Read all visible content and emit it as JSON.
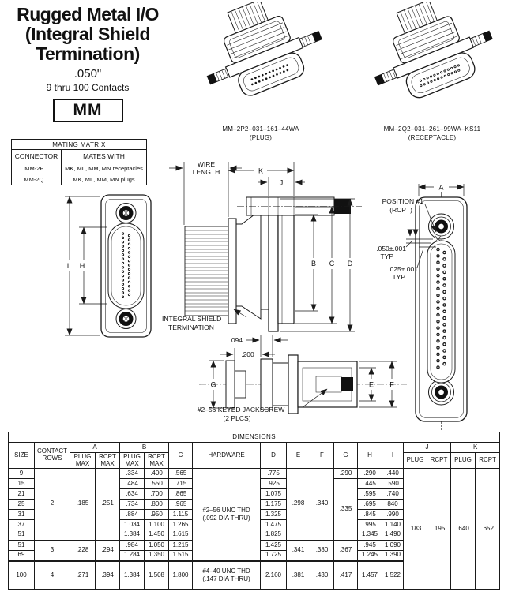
{
  "title": {
    "line1": "Rugged Metal I/O",
    "line2": "(Integral Shield",
    "line3": "Termination)",
    "pitch": ".050\"",
    "contacts_range": "9 thru 100 Contacts",
    "series_code": "MM"
  },
  "connectors": {
    "plug": {
      "part_number": "MM–2P2–031–161–44WA",
      "type_label": "(PLUG)"
    },
    "receptacle": {
      "part_number": "MM–2Q2–031–261–99WA–KS11",
      "type_label": "(RECEPTACLE)"
    }
  },
  "mating_matrix": {
    "caption": "MATING MATRIX",
    "col_connector": "CONNECTOR",
    "col_mates_with": "MATES WITH",
    "rows": [
      {
        "connector": "MM-2P...",
        "mates_with": "MK, ML, MM, MN receptacles"
      },
      {
        "connector": "MM-2Q...",
        "mates_with": "MK, ML, MM, MN plugs"
      }
    ]
  },
  "drawing_labels": {
    "wire_length_l1": "WIRE",
    "wire_length_l2": "LENGTH",
    "dim_k": "K",
    "dim_j": "J",
    "dim_b": "B",
    "dim_c": "C",
    "dim_d": "D",
    "dim_a": "A",
    "dim_i": "I",
    "dim_h": "H",
    "dim_g": "G",
    "dim_e": "E",
    "dim_f": "F",
    "position_one_l1": "POSITION #1",
    "position_one_l2": "(RCPT)",
    "pitch_dim_l1": ".050±.001",
    "pitch_dim_l2": "TYP",
    "offset_dim_l1": ".025±.001",
    "offset_dim_l2": "TYP",
    "shield_l1": "INTEGRAL SHIELD",
    "shield_l2": "TERMINATION",
    "dim_094": ".094",
    "dim_200": ".200",
    "jackscrew_l1": "#2–56 KEYED JACKSCREW",
    "jackscrew_l2": "(2 PLCS)"
  },
  "dims_table": {
    "caption": "DIMENSIONS",
    "headers": {
      "size": "SIZE",
      "contact_rows": "CONTACT ROWS",
      "a": "A",
      "b": "B",
      "c": "C",
      "hardware": "HARDWARE",
      "d": "D",
      "e": "E",
      "f": "F",
      "g": "G",
      "h": "H",
      "i": "I",
      "j": "J",
      "k": "K",
      "plug_max": "PLUG MAX",
      "rcpt_max": "RCPT MAX",
      "plug": "PLUG",
      "rcpt": "RCPT"
    },
    "hardware_2_56": {
      "l1": "#2–56 UNC THD",
      "l2": "(.092 DIA THRU)"
    },
    "hardware_4_40": {
      "l1": "#4–40 UNC THD",
      "l2": "(.147 DIA THRU)"
    },
    "shared": {
      "j_plug": ".183",
      "j_rcpt": ".195",
      "k_plug": ".640",
      "k_rcpt": ".652"
    },
    "rows": [
      {
        "size": "9",
        "contact_rows": "2",
        "a_plug": ".185",
        "a_rcpt": ".251",
        "b_plug": ".334",
        "b_rcpt": ".400",
        "c": ".565",
        "d": ".775",
        "e": ".298",
        "f": ".340",
        "g": ".290",
        "h": ".290",
        "i": ".440"
      },
      {
        "size": "15",
        "b_plug": ".484",
        "b_rcpt": ".550",
        "c": ".715",
        "d": ".925",
        "g": ".335",
        "h": ".445",
        "i": ".590"
      },
      {
        "size": "21",
        "b_plug": ".634",
        "b_rcpt": ".700",
        "c": ".865",
        "d": "1.075",
        "h": ".595",
        "i": ".740"
      },
      {
        "size": "25",
        "b_plug": ".734",
        "b_rcpt": ".800",
        "c": ".965",
        "d": "1.175",
        "h": ".695",
        "i": "840"
      },
      {
        "size": "31",
        "b_plug": ".884",
        "b_rcpt": ".950",
        "c": "1.115",
        "d": "1.325",
        "h": ".845",
        "i": ".990"
      },
      {
        "size": "37",
        "b_plug": "1.034",
        "b_rcpt": "1.100",
        "c": "1.265",
        "d": "1.475",
        "h": ".995",
        "i": "1.140"
      },
      {
        "size": "51",
        "b_plug": "1.384",
        "b_rcpt": "1.450",
        "c": "1.615",
        "d": "1.825",
        "h": "1.345",
        "i": "1.490"
      },
      {
        "size": "51",
        "contact_rows": "3",
        "a_plug": ".228",
        "a_rcpt": ".294",
        "b_plug": ".984",
        "b_rcpt": "1.050",
        "c": "1.215",
        "d": "1.425",
        "e": ".341",
        "f": ".380",
        "g": ".367",
        "h": ".945",
        "i": "1.090"
      },
      {
        "size": "69",
        "b_plug": "1.284",
        "b_rcpt": "1.350",
        "c": "1.515",
        "d": "1.725",
        "h": "1.245",
        "i": "1.390"
      },
      {
        "size": "100",
        "contact_rows": "4",
        "a_plug": ".271",
        "a_rcpt": ".394",
        "b_plug": "1.384",
        "b_rcpt": "1.508",
        "c": "1.800",
        "d": "2.160",
        "e": ".381",
        "f": ".430",
        "g": ".417",
        "h": "1.457",
        "i": "1.522"
      }
    ]
  }
}
